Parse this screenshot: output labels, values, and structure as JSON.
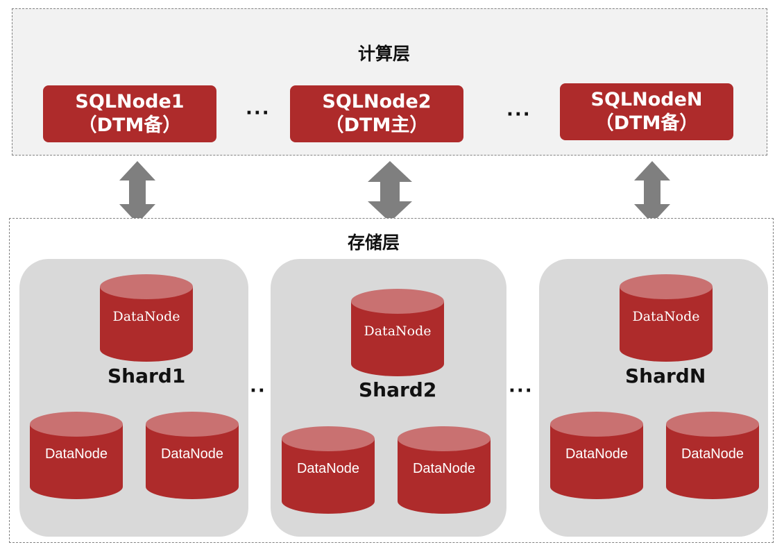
{
  "compute_layer": {
    "title": "计算层",
    "nodes": [
      {
        "line1": "SQLNode1",
        "line2": "（DTM备）"
      },
      {
        "line1": "SQLNode2",
        "line2": "（DTM主）"
      },
      {
        "line1": "SQLNodeN",
        "line2": "（DTM备）"
      }
    ],
    "ellipsis": "···"
  },
  "storage_layer": {
    "title": "存储层",
    "shards": [
      {
        "name": "Shard1",
        "datanodes": [
          "DataNode",
          "DataNode",
          "DataNode"
        ]
      },
      {
        "name": "Shard2",
        "datanodes": [
          "DataNode",
          "DataNode",
          "DataNode"
        ]
      },
      {
        "name": "ShardN",
        "datanodes": [
          "DataNode",
          "DataNode",
          "DataNode"
        ]
      }
    ],
    "ellipsis": "··"
  },
  "colors": {
    "node_red": "#ae2b2b",
    "cylinder_top": "#c97171",
    "shard_bg": "#d9d9d9",
    "compute_bg": "#f2f2f2",
    "arrow_gray": "#7f7f7f"
  }
}
